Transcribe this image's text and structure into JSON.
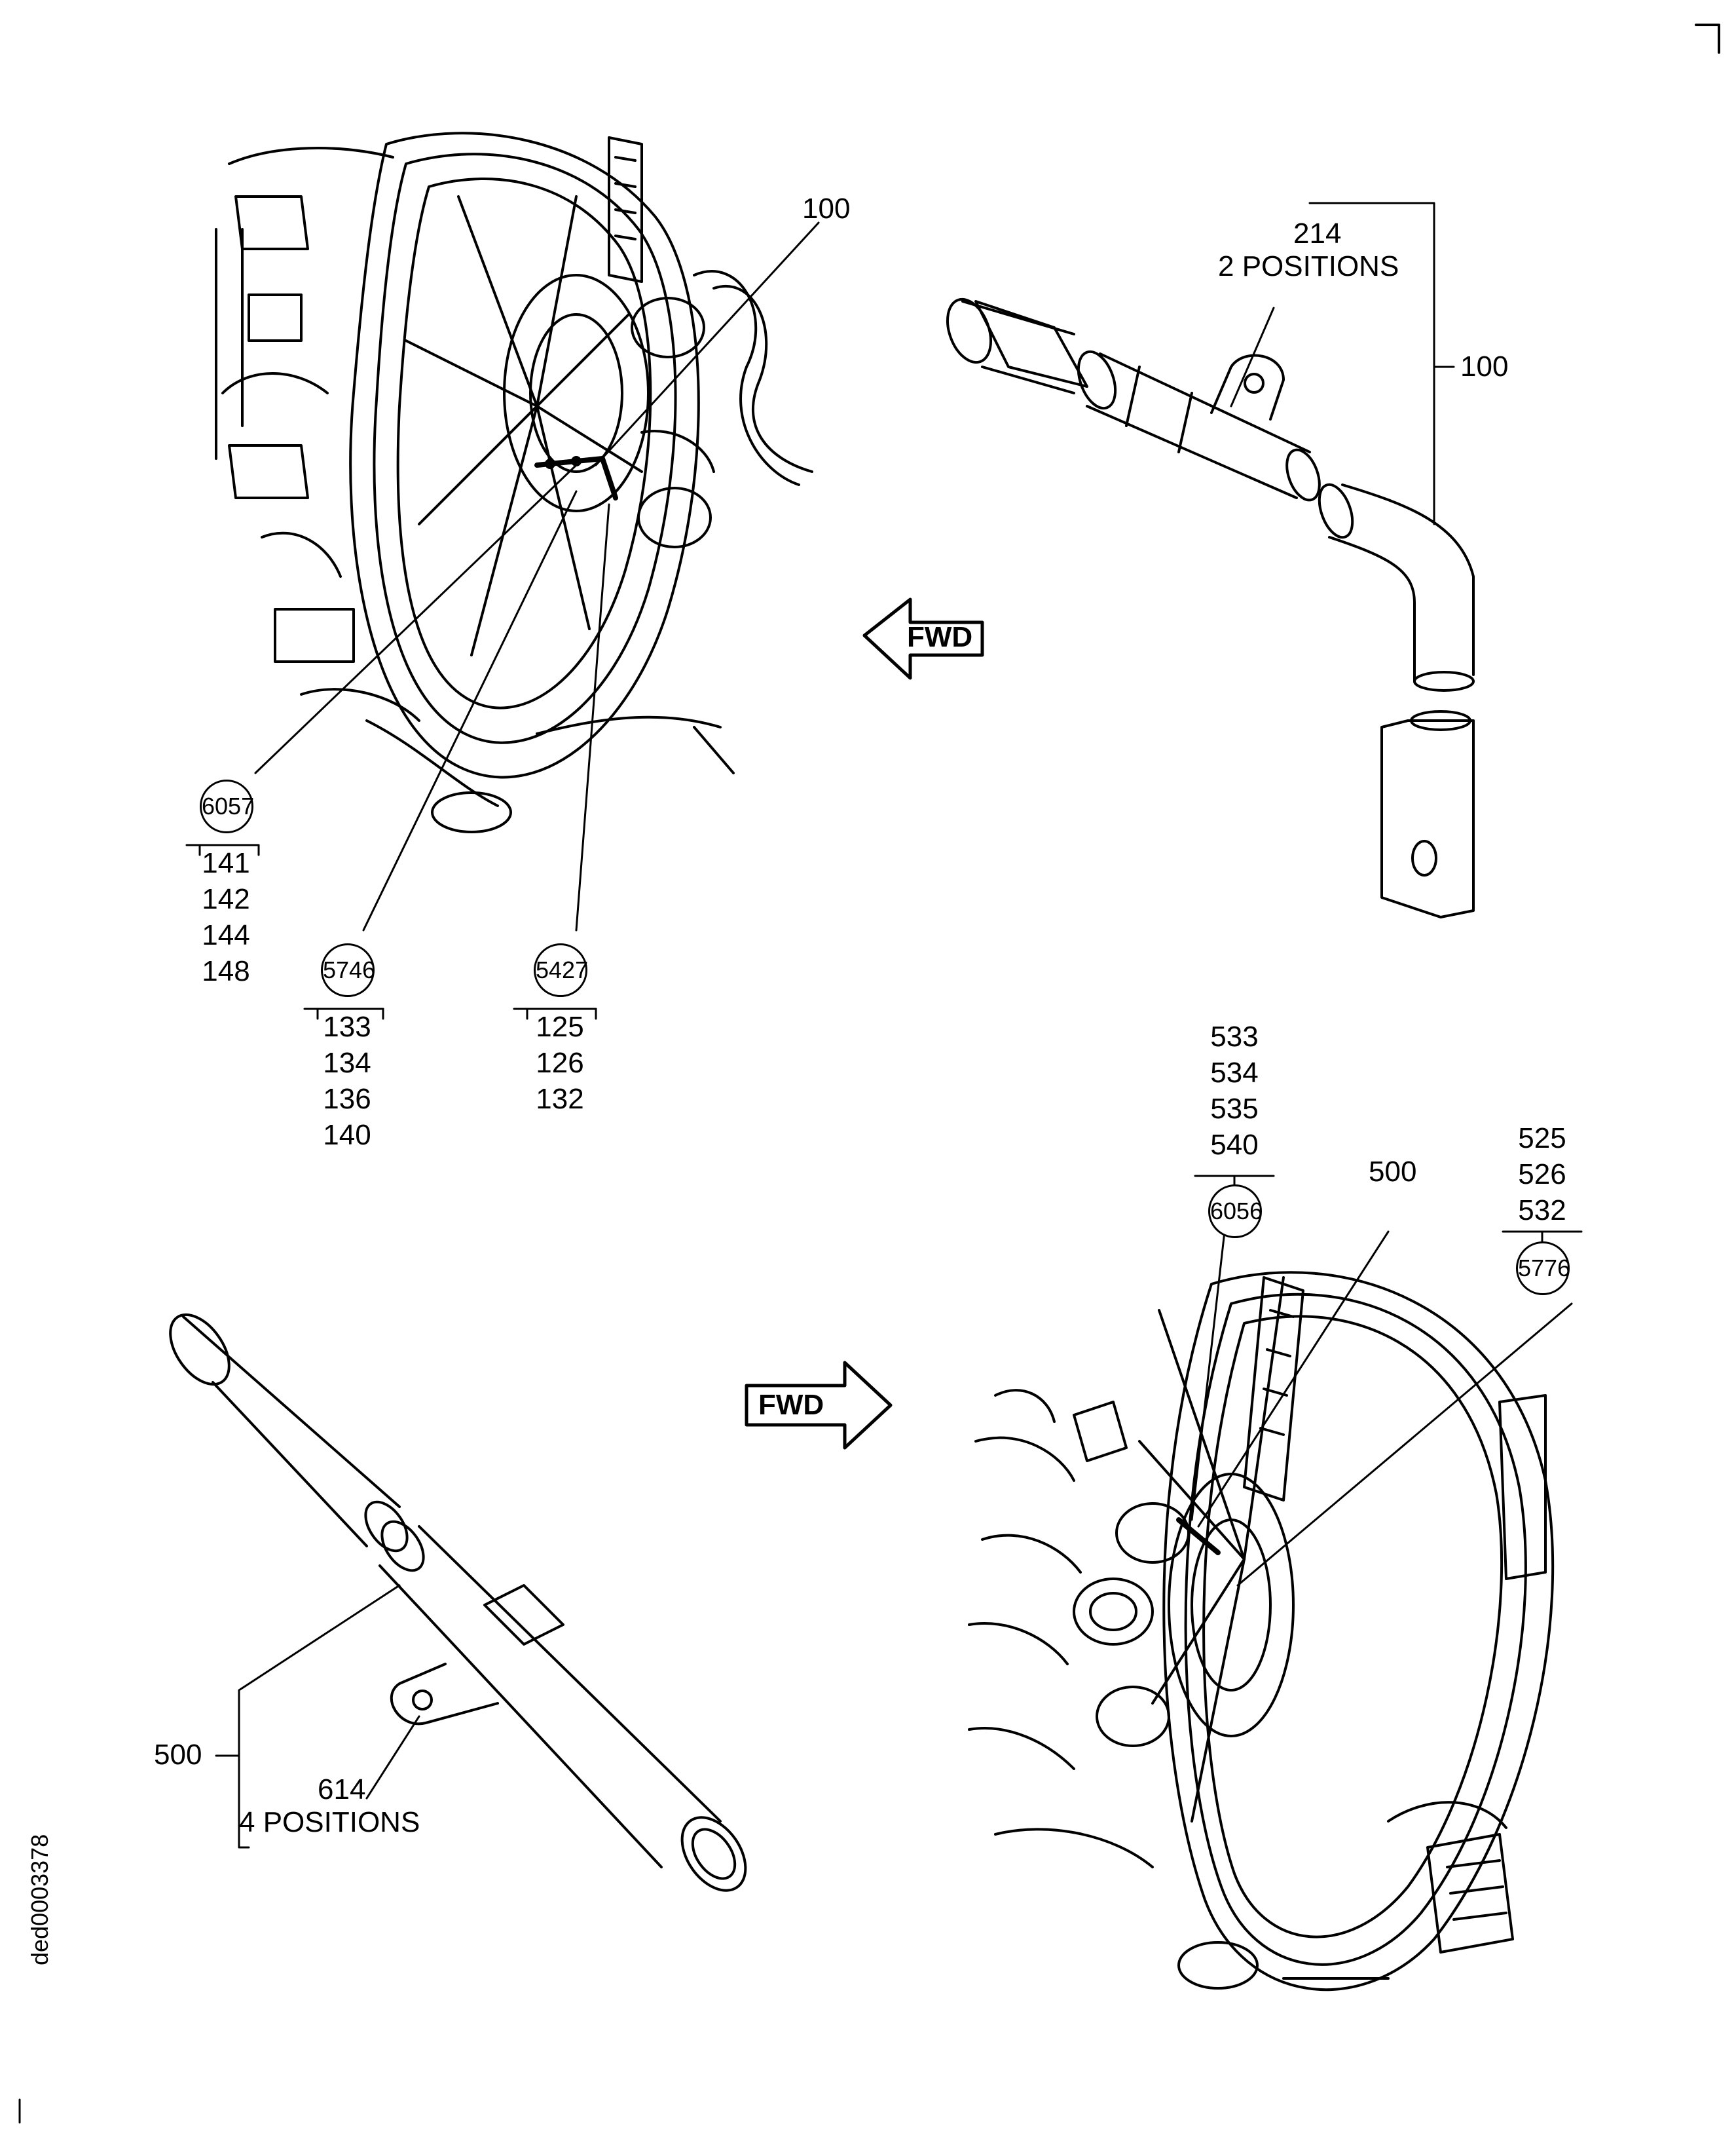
{
  "corner_mark": "┐",
  "document_id": "ded0003378",
  "fwd_arrows": [
    "FWD",
    "FWD"
  ],
  "views": {
    "top_left": {
      "callout_top": "100",
      "refs": [
        {
          "code": "6057",
          "items": [
            "141",
            "142",
            "144",
            "148"
          ]
        },
        {
          "code": "5746",
          "items": [
            "133",
            "134",
            "136",
            "140"
          ]
        },
        {
          "code": "5427",
          "items": [
            "125",
            "126",
            "132"
          ]
        }
      ]
    },
    "top_right": {
      "part_label": "214",
      "positions": "2 POSITIONS",
      "assembly": "100"
    },
    "bottom_left": {
      "assembly": "500",
      "part_label": "614",
      "positions": "4 POSITIONS"
    },
    "bottom_right": {
      "callout_top": "500",
      "refs": [
        {
          "code": "6056",
          "items": [
            "533",
            "534",
            "535",
            "540"
          ]
        },
        {
          "code": "5776",
          "items": [
            "525",
            "526",
            "532"
          ]
        }
      ]
    }
  }
}
